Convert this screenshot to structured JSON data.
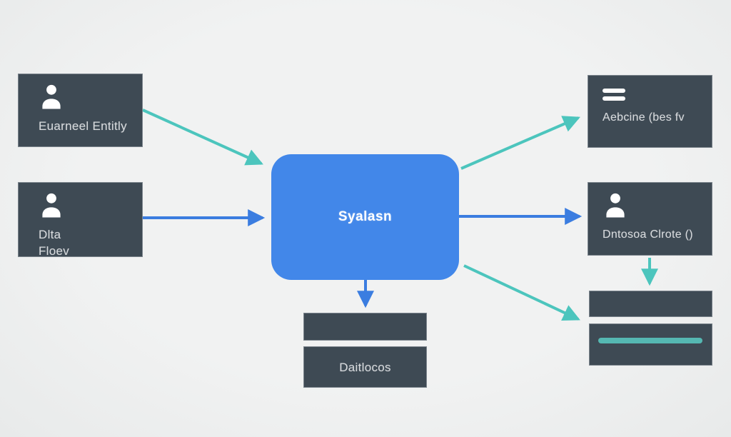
{
  "colors": {
    "background": "#eef0f0",
    "node_dark": "#3e4a54",
    "node_blue": "#4287e9",
    "arrow_teal": "#4cc5bd",
    "arrow_blue": "#3b7de0",
    "teal_bar": "#55b8b2",
    "text_light": "#d7dadd"
  },
  "nodes": {
    "external_entity": {
      "label": "Euarneel Entitly",
      "icon": "person-icon"
    },
    "data_flow": {
      "lines": [
        "Dlta",
        "Floev"
      ],
      "icon": "person-icon"
    },
    "system": {
      "label": "Syalasn"
    },
    "archive": {
      "label": "Aebcine (bes fv",
      "icon": "list-icon"
    },
    "data_store": {
      "label": "Dntosoa Clrote ()",
      "icon": "person-icon"
    },
    "database": {
      "label": "Daitlocos"
    },
    "record_top": {
      "label": ""
    },
    "record_bottom": {
      "label": "",
      "bar": "teal-bar"
    }
  }
}
